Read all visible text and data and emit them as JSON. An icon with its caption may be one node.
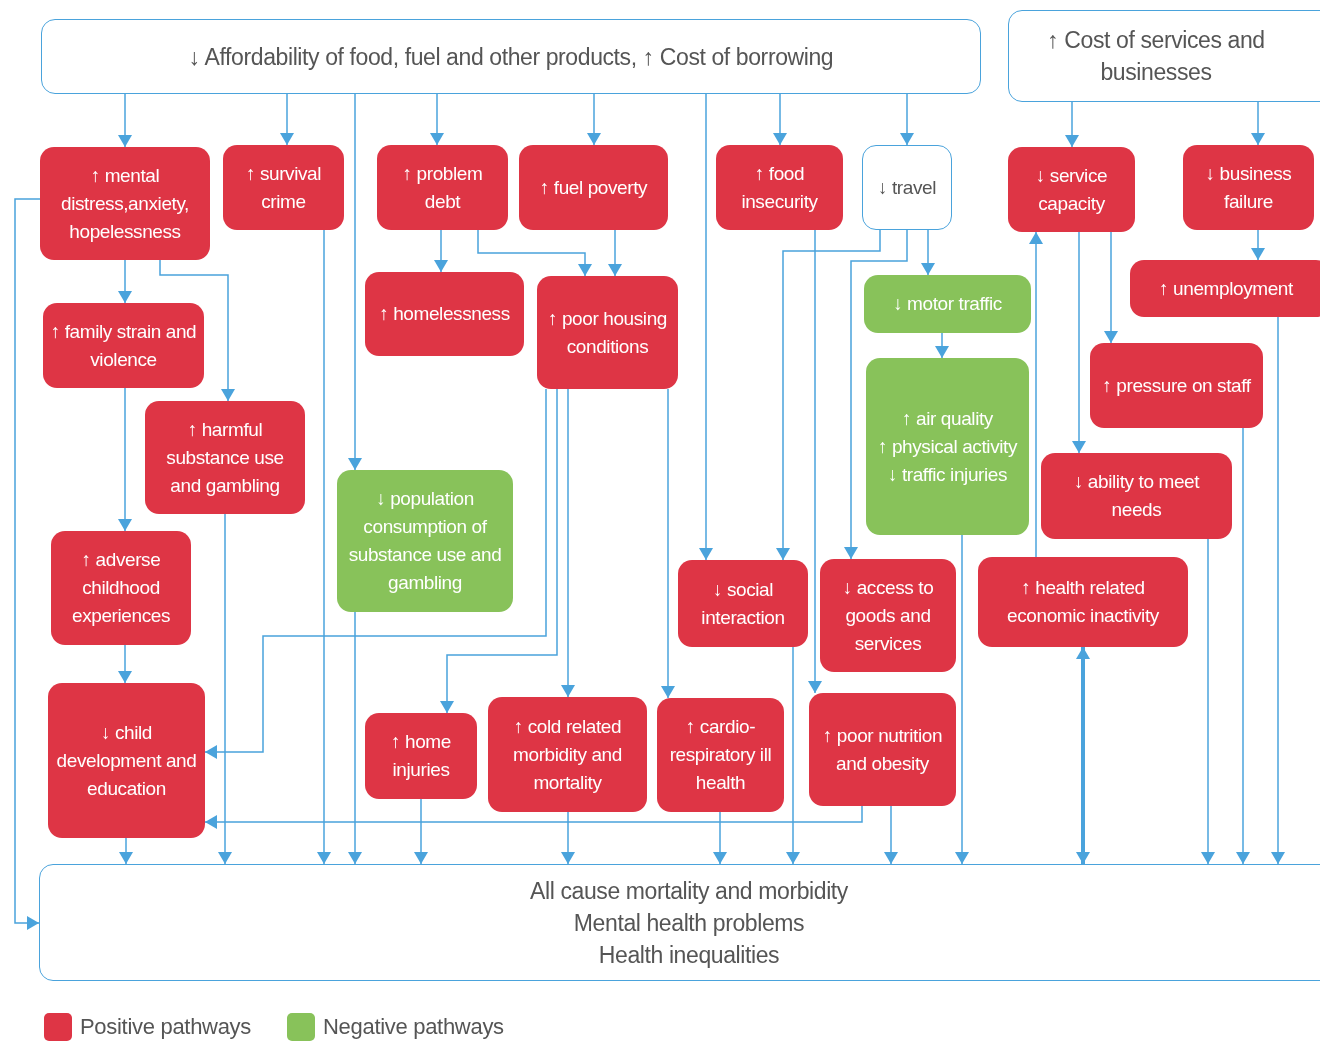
{
  "diagram": {
    "nodes": [
      {
        "text": [
          "↓ Affordability of food, fuel and other products, ↑ Cost of borrowing"
        ]
      },
      {
        "text": [
          "↑ Cost of services and businesses"
        ]
      },
      {
        "text": [
          "↑ mental distress,anxiety, hopelessness"
        ]
      },
      {
        "text": [
          "↑ survival crime"
        ]
      },
      {
        "text": [
          "↑ problem debt"
        ]
      },
      {
        "text": [
          "↑ fuel poverty"
        ]
      },
      {
        "text": [
          "↑ food insecurity"
        ]
      },
      {
        "text": [
          "↓ travel"
        ]
      },
      {
        "text": [
          "↓ service capacity"
        ]
      },
      {
        "text": [
          "↓ business failure"
        ]
      },
      {
        "text": [
          "↑ family strain and violence"
        ]
      },
      {
        "text": [
          "↑ homelessness"
        ]
      },
      {
        "text": [
          "↑ poor housing conditions"
        ]
      },
      {
        "text": [
          "↓ motor traffic"
        ]
      },
      {
        "text": [
          "↑ unemployment"
        ]
      },
      {
        "text": [
          "↑ harmful substance use and gambling"
        ]
      },
      {
        "text": [
          "↑ air quality",
          "↑ physical activity",
          "↓ traffic injuries"
        ]
      },
      {
        "text": [
          "↑ pressure on staff"
        ]
      },
      {
        "text": [
          "↓ population consumption of substance use and gambling"
        ]
      },
      {
        "text": [
          "↓ ability to meet needs"
        ]
      },
      {
        "text": [
          "↑ adverse childhood experiences"
        ]
      },
      {
        "text": [
          "↓ social interaction"
        ]
      },
      {
        "text": [
          "↓ access to goods and services"
        ]
      },
      {
        "text": [
          "↑ health related economic inactivity"
        ]
      },
      {
        "text": [
          "↓ child development and education"
        ]
      },
      {
        "text": [
          "↑ home injuries"
        ]
      },
      {
        "text": [
          "↑ cold related morbidity and mortality"
        ]
      },
      {
        "text": [
          "↑ cardio-respiratory ill health"
        ]
      },
      {
        "text": [
          "↑ poor nutrition and obesity"
        ]
      },
      {
        "text": [
          "All cause mortality and morbidity",
          "Mental health problems",
          "Health inequalities"
        ]
      }
    ],
    "edges": [
      {
        "from": 0,
        "to": 2,
        "arrow": "to"
      },
      {
        "from": 0,
        "to": 3,
        "arrow": "to"
      },
      {
        "from": 0,
        "to": 4,
        "arrow": "to"
      },
      {
        "from": 0,
        "to": 5,
        "arrow": "to"
      },
      {
        "from": 0,
        "to": 6,
        "arrow": "to"
      },
      {
        "from": 0,
        "to": 7,
        "arrow": "to"
      },
      {
        "from": 0,
        "to": 18,
        "arrow": "to"
      },
      {
        "from": 0,
        "to": 21,
        "arrow": "to"
      },
      {
        "from": 1,
        "to": 8,
        "arrow": "to"
      },
      {
        "from": 1,
        "to": 9,
        "arrow": "to"
      },
      {
        "from": 2,
        "to": 10,
        "arrow": "to"
      },
      {
        "from": 2,
        "to": 15,
        "arrow": "to"
      },
      {
        "from": 2,
        "to": 29,
        "arrow": "to"
      },
      {
        "from": 3,
        "to": 29,
        "arrow": "to"
      },
      {
        "from": 4,
        "to": 11,
        "arrow": "to"
      },
      {
        "from": 4,
        "to": 12,
        "arrow": "to"
      },
      {
        "from": 5,
        "to": 12,
        "arrow": "to"
      },
      {
        "from": 6,
        "to": 28,
        "arrow": "to"
      },
      {
        "from": 7,
        "to": 21,
        "arrow": "to"
      },
      {
        "from": 7,
        "to": 22,
        "arrow": "to"
      },
      {
        "from": 7,
        "to": 13,
        "arrow": "to"
      },
      {
        "from": 8,
        "to": 19,
        "arrow": "to"
      },
      {
        "from": 8,
        "to": 17,
        "arrow": "to"
      },
      {
        "from": 9,
        "to": 14,
        "arrow": "to"
      },
      {
        "from": 10,
        "to": 20,
        "arrow": "to"
      },
      {
        "from": 12,
        "to": 24,
        "arrow": "to"
      },
      {
        "from": 12,
        "to": 25,
        "arrow": "to"
      },
      {
        "from": 12,
        "to": 26,
        "arrow": "to"
      },
      {
        "from": 12,
        "to": 27,
        "arrow": "to"
      },
      {
        "from": 13,
        "to": 16,
        "arrow": "to"
      },
      {
        "from": 14,
        "to": 29,
        "arrow": "to"
      },
      {
        "from": 15,
        "to": 29,
        "arrow": "to"
      },
      {
        "from": 16,
        "to": 29,
        "arrow": "to"
      },
      {
        "from": 17,
        "to": 29,
        "arrow": "to"
      },
      {
        "from": 18,
        "to": 29,
        "arrow": "to"
      },
      {
        "from": 19,
        "to": 29,
        "arrow": "to"
      },
      {
        "from": 20,
        "to": 24,
        "arrow": "to"
      },
      {
        "from": 21,
        "to": 29,
        "arrow": "to"
      },
      {
        "from": 23,
        "to": 8,
        "arrow": "to"
      },
      {
        "from": 23,
        "to": 29,
        "arrow": "both",
        "style": "thick"
      },
      {
        "from": 24,
        "to": 29,
        "arrow": "to"
      },
      {
        "from": 25,
        "to": 29,
        "arrow": "to"
      },
      {
        "from": 26,
        "to": 29,
        "arrow": "to"
      },
      {
        "from": 27,
        "to": 29,
        "arrow": "to"
      },
      {
        "from": 28,
        "to": 24,
        "arrow": "to"
      },
      {
        "from": 28,
        "to": 29,
        "arrow": "to"
      }
    ],
    "legend": [
      {
        "text": "Positive pathways",
        "color": "#de3545"
      },
      {
        "text": "Negative pathways",
        "color": "#88c25a"
      }
    ]
  }
}
